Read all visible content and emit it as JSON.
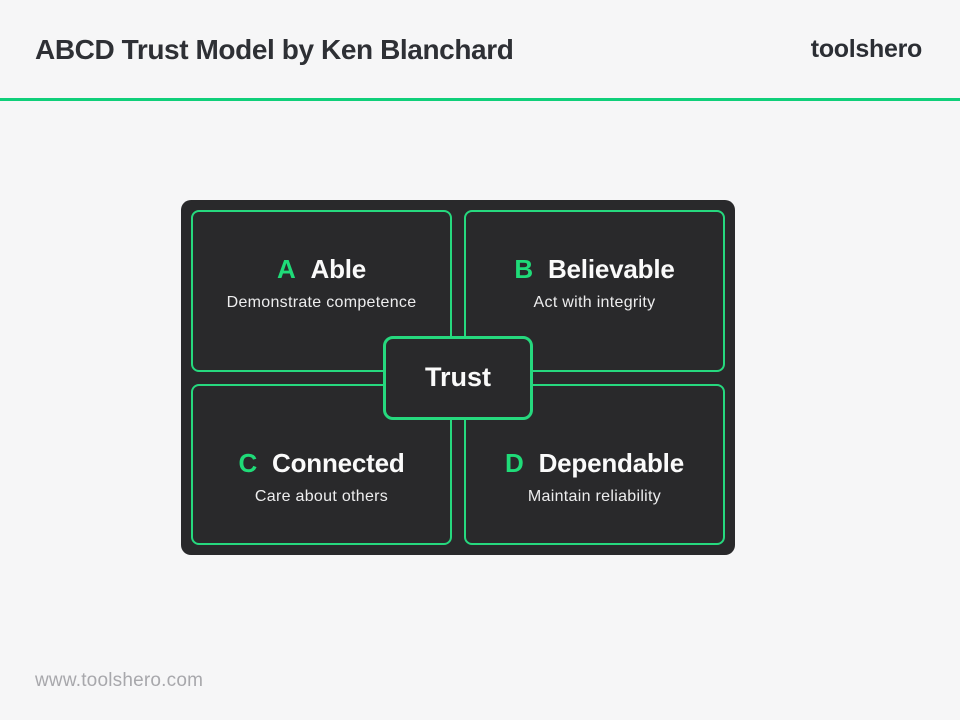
{
  "header": {
    "title": "ABCD Trust Model by Ken Blanchard",
    "brand": "toolshero"
  },
  "diagram": {
    "center": {
      "label": "Trust"
    },
    "quadrants": [
      {
        "letter": "A",
        "name": "Able",
        "description": "Demonstrate competence",
        "position": "top-left"
      },
      {
        "letter": "B",
        "name": "Believable",
        "description": "Act with integrity",
        "position": "top-right"
      },
      {
        "letter": "C",
        "name": "Connected",
        "description": "Care about others",
        "position": "bottom-left"
      },
      {
        "letter": "D",
        "name": "Dependable",
        "description": "Maintain reliability",
        "position": "bottom-right"
      }
    ]
  },
  "footer": {
    "url": "www.toolshero.com"
  },
  "colors": {
    "page_background": "#f6f6f7",
    "panel_dark": "#29292b",
    "divider_green": "#0fcf7a",
    "border_green": "#26d87e",
    "letter_green": "#1fdb78",
    "title_dark": "#2e3035",
    "text_white": "#fafafa",
    "footer_gray": "#a8a8ac"
  }
}
